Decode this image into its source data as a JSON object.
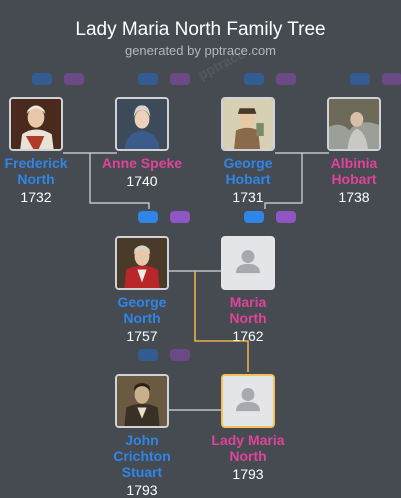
{
  "header": {
    "title": "Lady Maria North Family Tree",
    "subtitle": "generated by pptrace.com",
    "watermark": "pptrace"
  },
  "colors": {
    "background": "#464a51",
    "male": "#2f86e6",
    "female": "#e0439a",
    "connector": "#d9dbde",
    "lineage": "#e6b24a"
  },
  "people": {
    "frederick": {
      "name_line1": "Frederick",
      "name_line2": "North",
      "year": "1732",
      "icon": "portrait-old-man"
    },
    "anne": {
      "name_line1": "Anne Speke",
      "year": "1740",
      "icon": "portrait-woman"
    },
    "george_hobart": {
      "name_line1": "George",
      "name_line2": "Hobart",
      "year": "1731",
      "icon": "portrait-caricature"
    },
    "albinia": {
      "name_line1": "Albinia",
      "name_line2": "Hobart",
      "year": "1738",
      "icon": "portrait-painting"
    },
    "george_north": {
      "name_line1": "George",
      "name_line2": "North",
      "year": "1757",
      "icon": "portrait-red-coat"
    },
    "maria": {
      "name_line1": "Maria",
      "name_line2": "North",
      "year": "1762",
      "icon": "person-placeholder"
    },
    "john": {
      "name_line1": "John",
      "name_line2": "Crichton",
      "name_line3": "Stuart",
      "year": "1793",
      "icon": "portrait-engraving"
    },
    "lady_maria": {
      "name_line1": "Lady Maria",
      "name_line2": "North",
      "year": "1793",
      "icon": "person-placeholder"
    }
  }
}
